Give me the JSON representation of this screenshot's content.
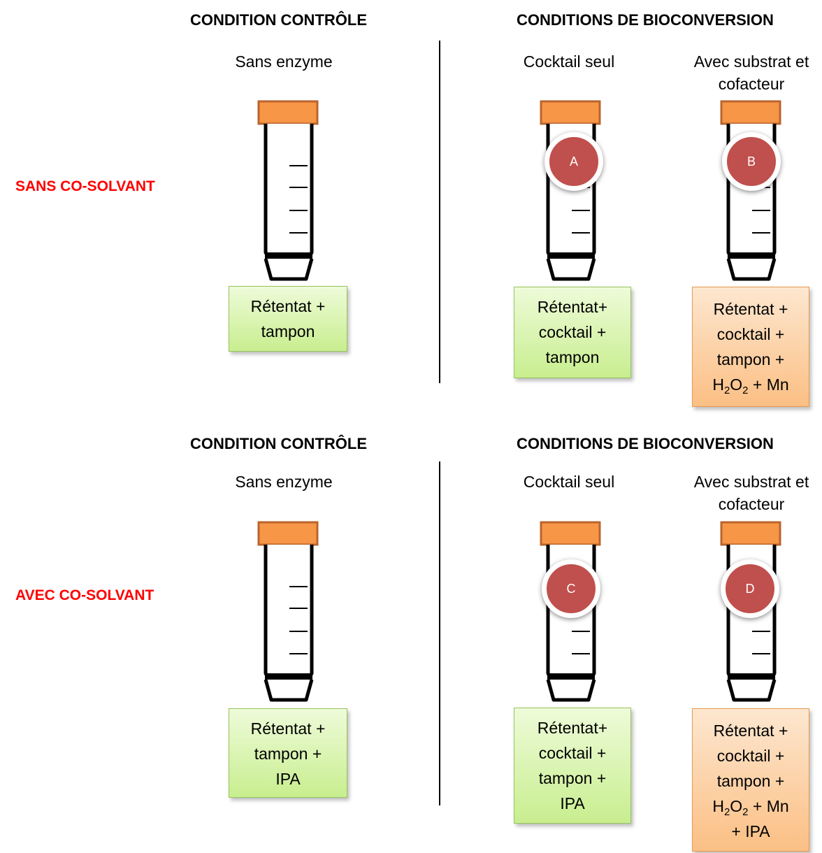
{
  "headers": {
    "control": "CONDITION CONTRÔLE",
    "bioconversion": "CONDITIONS DE BIOCONVERSION"
  },
  "columns": {
    "no_enzyme": "Sans enzyme",
    "cocktail_only": "Cocktail seul",
    "with_substrate": "Avec substrat et cofacteur"
  },
  "rows": [
    {
      "label": "SANS CO-SOLVANT",
      "markers": [
        "A",
        "B"
      ],
      "boxes": {
        "control": [
          "Rétentat +",
          "tampon"
        ],
        "cocktail": [
          "Rétentat+",
          "cocktail +",
          "tampon"
        ],
        "substrate": [
          "Rétentat +",
          "cocktail +",
          "tampon +"
        ],
        "substrate_formula": [
          "H",
          "2",
          "O",
          "2",
          " + Mn"
        ]
      }
    },
    {
      "label": "AVEC CO-SOLVANT",
      "markers": [
        "C",
        "D"
      ],
      "boxes": {
        "control": [
          "Rétentat +",
          "tampon +",
          "IPA"
        ],
        "cocktail": [
          "Rétentat+",
          "cocktail +",
          "tampon +",
          "IPA"
        ],
        "substrate": [
          "Rétentat +",
          "cocktail +",
          "tampon +"
        ],
        "substrate_formula": [
          "H",
          "2",
          "O",
          "2",
          " + Mn"
        ],
        "substrate_last": "+ IPA"
      }
    }
  ],
  "colors": {
    "cap": "#f79646",
    "cap_border": "#b9642d",
    "marker": "#c0504d",
    "row_label": "#ff0000",
    "green_box": "#c8ee8f",
    "orange_box": "#fbbf84"
  }
}
